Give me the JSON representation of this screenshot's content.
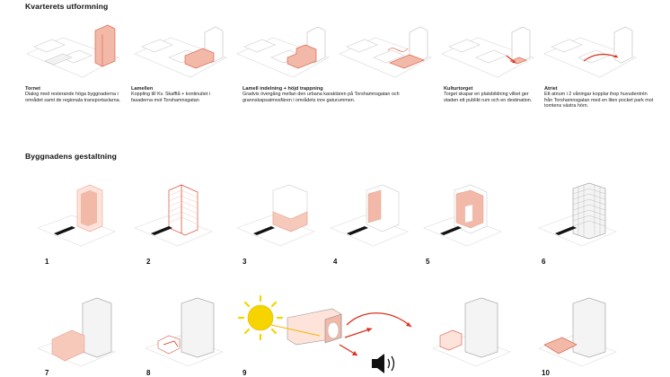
{
  "section1": {
    "title": "Kvarterets utformning",
    "steps": [
      {
        "title": "Tornet",
        "text": "Dialog med resterande höga byggnaderna i området samt  de regionala transportaxlarna."
      },
      {
        "title": "Lamellen",
        "text": "Koppling till Kv. Skafftå + kontinuitet i fasaderna mot Torshamnsgatan"
      },
      {
        "title": "Lamell indelning + höjd trappning",
        "text": "Gradvis övergång mellan den urbana karaktären på Torshamnsgatan och grannskapsatmosfären i områdets inre gaturummen."
      },
      {
        "title": "Kulturtorget",
        "text": "Torget skapar en platsbildning vilket ger staden ett publikt rum och en destination."
      },
      {
        "title": "Atriet",
        "text": "Ett atrium i 2 våningar kopplar ihop huvudentrén från Torshamnsgatan med en liten pocket park mot tomtens västra hörn."
      }
    ]
  },
  "section2": {
    "title": "Byggnadens gestaltning",
    "row1_numbers": [
      "1",
      "2",
      "3",
      "4",
      "5",
      "6"
    ],
    "row2_numbers": [
      "7",
      "8",
      "9",
      "10"
    ]
  },
  "colors": {
    "accent": "#f2b8a8",
    "accent_stroke": "#d9533a",
    "sun": "#f5d400",
    "arrow": "#d9341f"
  },
  "icons": [
    "sun-icon",
    "speaker-icon"
  ]
}
